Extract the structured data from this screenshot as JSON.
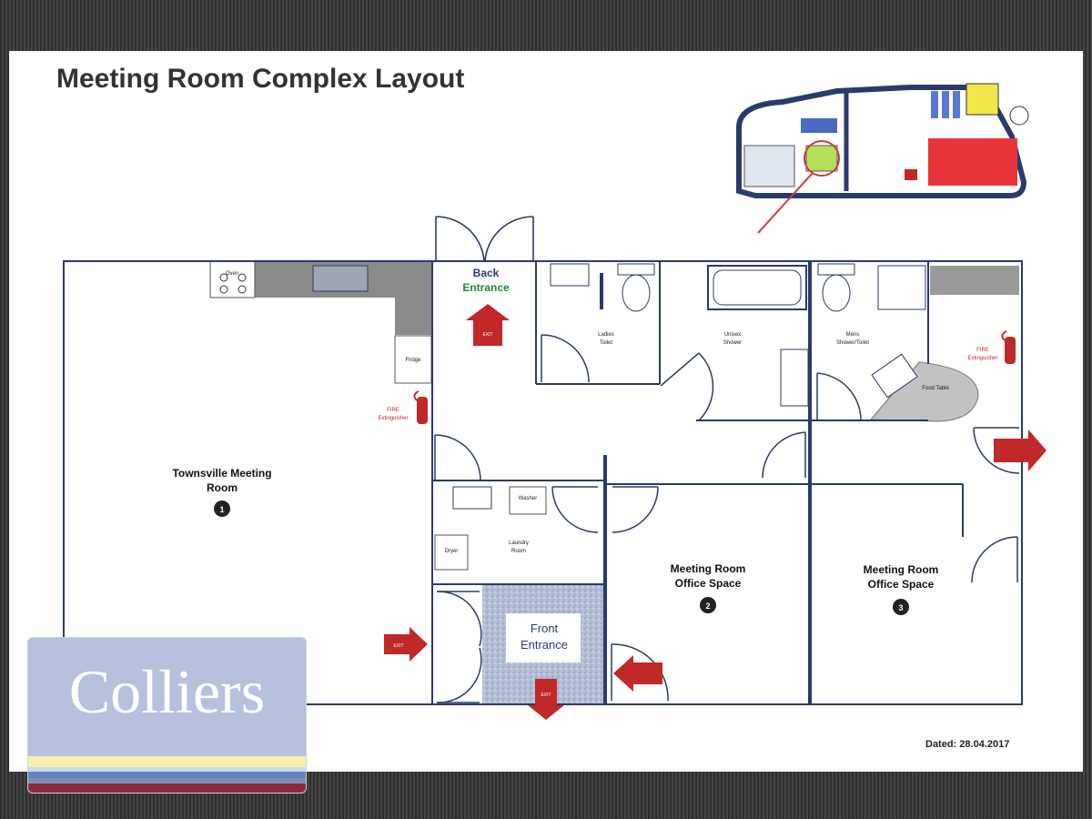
{
  "title": "Meeting Room Complex Layout",
  "dated": "Dated: 28.04.2017",
  "logo_text": "Colliers",
  "labels": {
    "back_1": "Back",
    "back_2": "Entrance",
    "front_1": "Front",
    "front_2": "Entrance",
    "townsville_1": "Townsville Meeting",
    "townsville_2": "Room",
    "num_1": "1",
    "num_2": "2",
    "num_3": "3",
    "office2_1": "Meeting Room",
    "office2_2": "Office Space",
    "office3_1": "Meeting Room",
    "office3_2": "Office Space",
    "ladies_1": "Ladies",
    "ladies_2": "Toilet",
    "unisex_1": "Unisex",
    "unisex_2": "Shower",
    "mens_1": "Mens",
    "mens_2": "Shower/Toilet",
    "laundry_1": "Laundry",
    "laundry_2": "Room",
    "food_table": "Food Table",
    "fridge": "Fridge",
    "oven": "Oven",
    "washer": "Washer",
    "dryer": "Dryer",
    "fire_1": "FIRE",
    "fire_2": "Extinguisher",
    "exit": "EXIT"
  },
  "colors": {
    "wall": "#2b3a6b",
    "exit_arrow": "#c0282a",
    "green_text": "#1f8a3a",
    "bench": "#8a8a8a",
    "front_floor": "#a9b4cf",
    "logo_bg": "#b7c1de"
  }
}
